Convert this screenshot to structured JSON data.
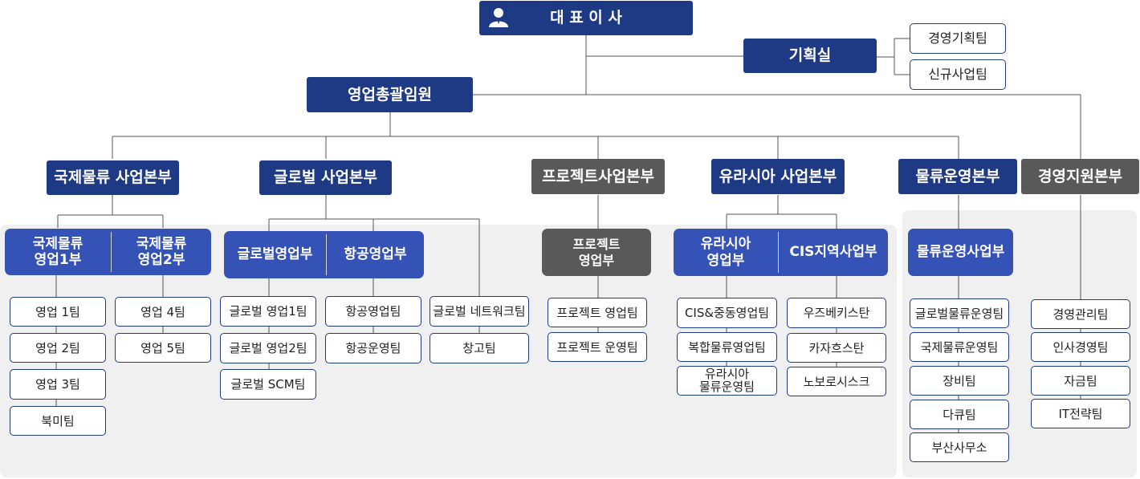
{
  "ceo": {
    "label": "대 표 이 사",
    "icon": "person-icon"
  },
  "planning": {
    "label": "기획실",
    "teams": [
      "경영기획팀",
      "신규사업팀"
    ]
  },
  "sales_exec": {
    "label": "영업총괄임원"
  },
  "divisions": [
    {
      "label": "국제물류 사업본부"
    },
    {
      "label": "글로벌 사업본부"
    },
    {
      "label": "프로젝트사업본부"
    },
    {
      "label": "유라시아 사업본부"
    },
    {
      "label": "물류운영본부"
    },
    {
      "label": "경영지원본부"
    }
  ],
  "departments": {
    "intl1": "국제물류\n영업1부",
    "intl2": "국제물류\n영업2부",
    "global_sales": "글로벌영업부",
    "air_sales": "항공영업부",
    "project_sales": "프로젝트\n영업부",
    "eurasia_sales": "유라시아\n영업부",
    "cis": "CIS지역사업부",
    "logistics_ops": "물류운영사업부"
  },
  "teams": {
    "intl1": [
      "영업 1팀",
      "영업 2팀",
      "영업 3팀",
      "북미팀"
    ],
    "intl2": [
      "영업 4팀",
      "영업 5팀"
    ],
    "global_sales": [
      "글로벌 영업1팀",
      "글로벌 영업2팀",
      "글로벌 SCM팀"
    ],
    "air_sales": [
      "항공영업팀",
      "항공운영팀"
    ],
    "global_direct": [
      "글로벌 네트워크팀",
      "창고팀"
    ],
    "project_sales": [
      "프로젝트 영업팀",
      "프로젝트 운영팀"
    ],
    "eurasia_sales": [
      "CIS&중동영업팀",
      "복합물류영업팀",
      "유라시아\n물류운영팀"
    ],
    "cis": [
      "우즈베키스탄",
      "카자흐스탄",
      "노보로시스크"
    ],
    "logistics_ops": [
      "글로벌물류운영팀",
      "국제물류운영팀",
      "장비팀",
      "다큐팀",
      "부산사무소"
    ],
    "management": [
      "경영관리팀",
      "인사경영팀",
      "자금팀",
      "IT전략팀"
    ]
  },
  "colors": {
    "primary": "#1f3a85",
    "secondary": "#3553b6",
    "gray": "#595959",
    "panel": "#f0f0f0"
  }
}
